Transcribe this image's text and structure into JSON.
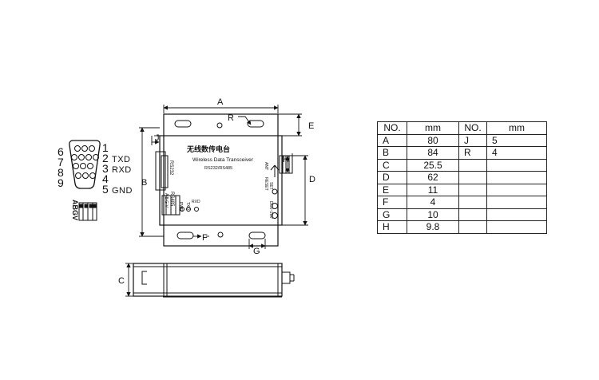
{
  "diagram": {
    "dim_labels": {
      "a": "A",
      "b": "B",
      "c": "C",
      "d": "D",
      "e": "E",
      "f": "F",
      "g": "G",
      "h": "H",
      "j": "J",
      "r": "R"
    },
    "device": {
      "logo": "无线数传电台",
      "subtitle": "Wireless Data Transceiver",
      "interface": "RS232/RS485",
      "port_rs232": "RS232",
      "port_rs485": "RS485",
      "terminal_pins": "A B G V",
      "led1": "PWR",
      "led2": "TXD",
      "led3": "RXD",
      "ant": "ANT",
      "reset": "RESET",
      "set": "SET",
      "power": "DC6~28V"
    },
    "db9": {
      "left_pins": [
        "6",
        "7",
        "8",
        "9"
      ],
      "right_pins": [
        {
          "num": "1",
          "signal": ""
        },
        {
          "num": "2",
          "signal": "TXD"
        },
        {
          "num": "3",
          "signal": "RXD"
        },
        {
          "num": "4",
          "signal": ""
        },
        {
          "num": "5",
          "signal": "GND"
        }
      ]
    },
    "terminal_legend": "ABGV"
  },
  "table": {
    "headers": [
      "NO.",
      "mm",
      "NO.",
      "mm"
    ],
    "rows": [
      [
        "A",
        "80",
        "J",
        "5"
      ],
      [
        "B",
        "84",
        "R",
        "4"
      ],
      [
        "C",
        "25.5",
        "",
        ""
      ],
      [
        "D",
        "62",
        "",
        ""
      ],
      [
        "E",
        "11",
        "",
        ""
      ],
      [
        "F",
        "4",
        "",
        ""
      ],
      [
        "G",
        "10",
        "",
        ""
      ],
      [
        "H",
        "9.8",
        "",
        ""
      ]
    ]
  }
}
